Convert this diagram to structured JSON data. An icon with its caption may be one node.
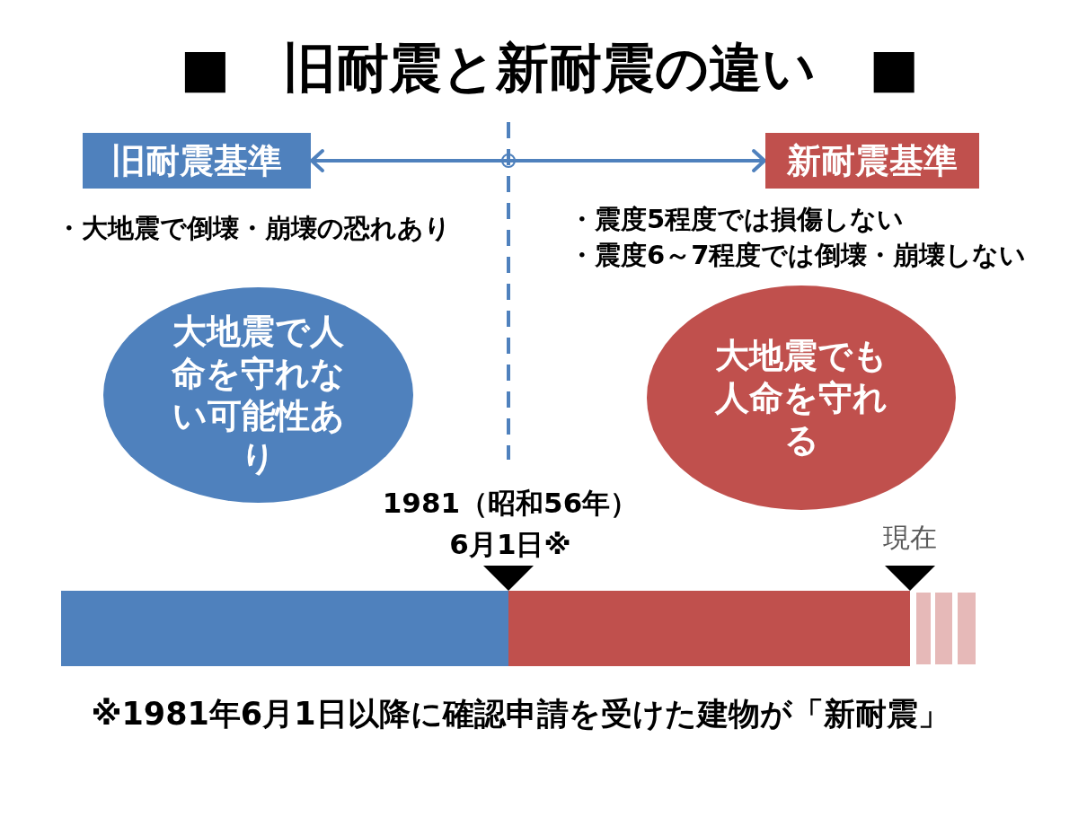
{
  "diagram": {
    "title": "■　旧耐震と新耐震の違い　■",
    "caption": "※1981年6月1日以降に確認申請を受けた建物が「新耐震」",
    "nodes": [
      {
        "text": [
          "旧耐震基準"
        ]
      },
      {
        "text": [
          "新耐震基準"
        ]
      },
      {
        "text": [
          "大地震で人命を守れない可能性あり"
        ]
      },
      {
        "text": [
          "大地震でも人命を守れる"
        ]
      }
    ],
    "edges": [
      {
        "from": 0,
        "to": 1,
        "arrow": "both"
      }
    ],
    "labels": [
      "・大地震で倒壊・崩壊の恐れあり",
      "・震度5程度では損傷しない",
      "・震度6～7程度では倒壊・崩壊しない",
      "1981（昭和56年）6月1日※",
      "現在"
    ]
  }
}
